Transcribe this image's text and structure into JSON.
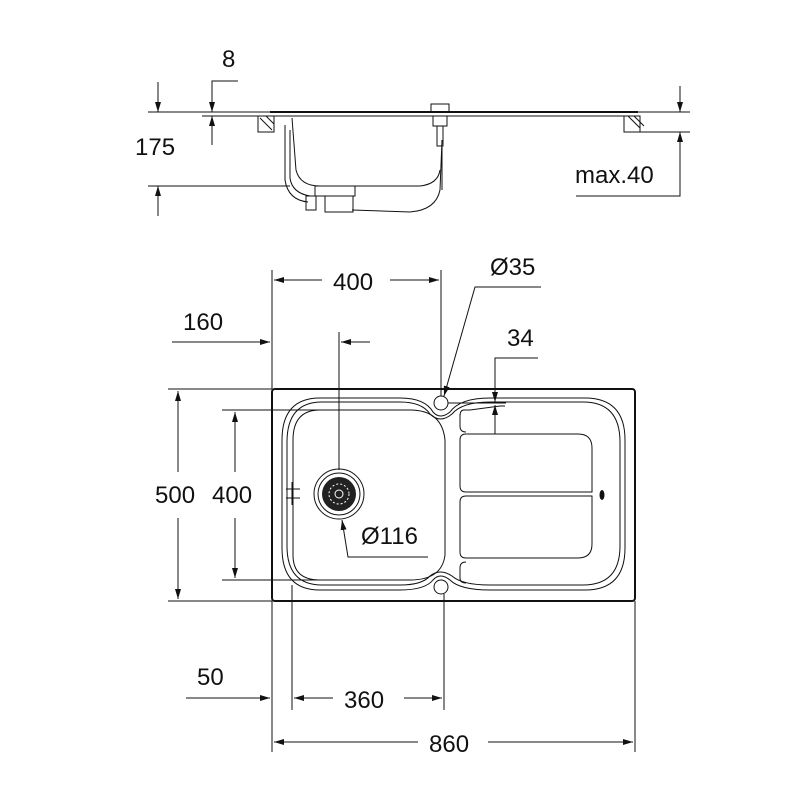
{
  "drawing": {
    "side_view": {
      "dim_rim_thickness": "8",
      "dim_depth": "175",
      "dim_worktop_max": "max.40"
    },
    "top_view": {
      "dim_tap_hole_offset": "400",
      "dim_tap_hole_diameter": "Ø35",
      "dim_left_to_drain": "160",
      "dim_drainer_offset": "34",
      "dim_overall_depth": "500",
      "dim_bowl_depth": "400",
      "dim_drain_diameter": "Ø116",
      "dim_left_to_bowl": "50",
      "dim_bowl_width": "360",
      "dim_overall_width": "860"
    }
  }
}
